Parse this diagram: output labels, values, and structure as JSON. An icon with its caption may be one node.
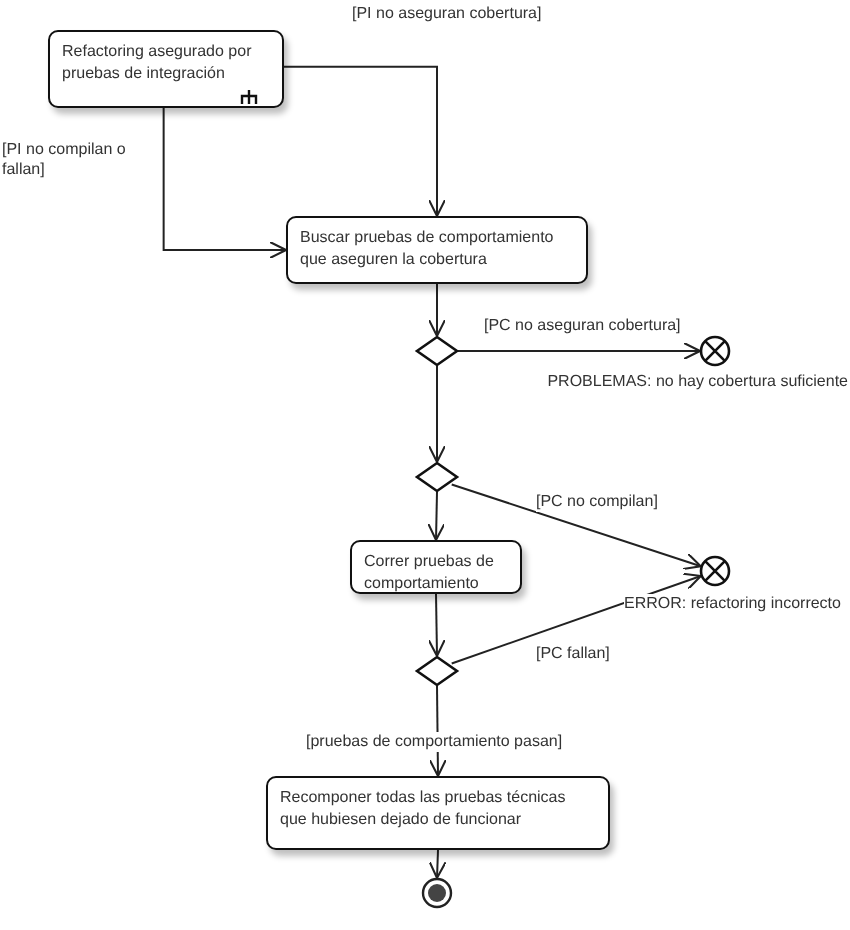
{
  "diagram": {
    "nodes": [
      {
        "text": [
          "Refactoring asegurado por pruebas de integración"
        ]
      },
      {
        "text": [
          "Buscar pruebas de comportamiento que aseguren la cobertura"
        ]
      },
      {
        "text": [],
        "shape": "diamond"
      },
      {
        "text": [],
        "shape": "circle",
        "beside": [
          "PROBLEMAS: no hay cobertura suficiente"
        ]
      },
      {
        "text": [],
        "shape": "diamond"
      },
      {
        "text": [
          "Correr pruebas de comportamiento"
        ]
      },
      {
        "text": [],
        "shape": "circle",
        "beside": [
          "ERROR: refactoring incorrecto"
        ]
      },
      {
        "text": [],
        "shape": "diamond"
      },
      {
        "text": [
          "Recomponer todas las pruebas técnicas que hubiesen dejado de funcionar"
        ]
      },
      {
        "text": [],
        "shape": "bullseye"
      }
    ],
    "edges": [
      {
        "from": 0,
        "to": 1,
        "arrow": "to",
        "label": "[PI no aseguran cobertura]"
      },
      {
        "from": 0,
        "to": 1,
        "arrow": "to",
        "label": "[PI no compilan o fallan]"
      },
      {
        "from": 1,
        "to": 2,
        "arrow": "to"
      },
      {
        "from": 2,
        "to": 3,
        "arrow": "to",
        "label": "[PC no aseguran cobertura]"
      },
      {
        "from": 2,
        "to": 4,
        "arrow": "to"
      },
      {
        "from": 4,
        "to": 6,
        "arrow": "to",
        "label": "[PC no compilan]"
      },
      {
        "from": 4,
        "to": 5,
        "arrow": "to"
      },
      {
        "from": 5,
        "to": 7,
        "arrow": "to"
      },
      {
        "from": 7,
        "to": 6,
        "arrow": "to",
        "label": "[PC fallan]"
      },
      {
        "from": 7,
        "to": 8,
        "arrow": "to",
        "label": "[pruebas de comportamiento pasan]"
      },
      {
        "from": 8,
        "to": 9,
        "arrow": "to"
      }
    ]
  }
}
